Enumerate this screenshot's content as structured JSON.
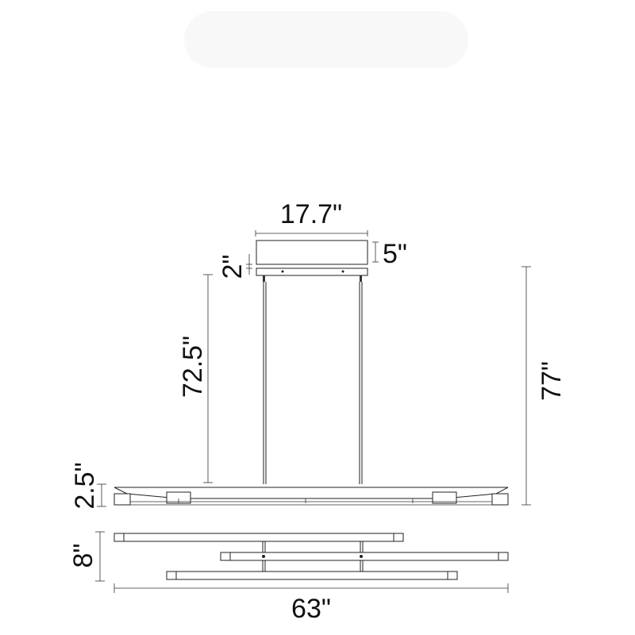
{
  "dimensions": {
    "canopy_width": "17.7\"",
    "canopy_height": "5\"",
    "canopy_gap": "2\"",
    "rod_length": "72.5\"",
    "overall_height": "77\"",
    "fixture_height": "2.5\"",
    "depth": "8\"",
    "overall_length": "63\""
  }
}
